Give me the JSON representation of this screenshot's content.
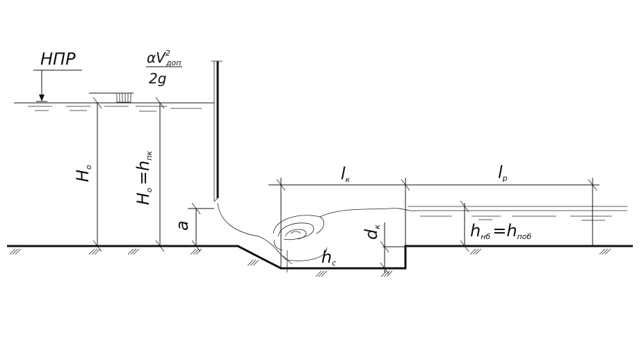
{
  "labels": {
    "npr": "НПР",
    "velocity_head_num": "αV",
    "velocity_head_sup": "2",
    "velocity_head_sub": "доп",
    "velocity_head_den": "2g",
    "h0": "H",
    "h0_sub": "o",
    "h0_eq_lhs": "H",
    "h0_eq_lhs_sub": "o",
    "h0_eq_rhs": "=h",
    "h0_eq_rhs_sub": "пк",
    "a": "a",
    "hc": "h",
    "hc_sub": "c",
    "dk": "d",
    "dk_sub": "к",
    "lk": "l",
    "lk_sub": "к",
    "lp": "l",
    "lp_sub": "р",
    "hnb": "h",
    "hnb_sub": "нб",
    "hpob": "=h",
    "hpob_sub": "поб"
  }
}
